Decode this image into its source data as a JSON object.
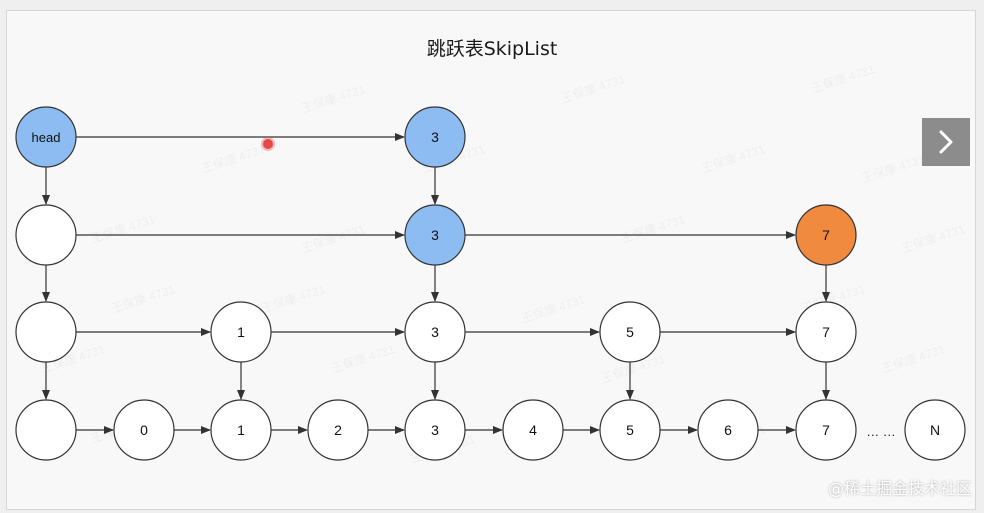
{
  "title": "跳跃表SkipList",
  "watermark_text": "王保康 4731",
  "credit": "@稀土掘金技术社区",
  "colors": {
    "blue": "#8cbcf2",
    "orange": "#f08a3e",
    "white": "#ffffff",
    "stroke": "#333333"
  },
  "levels": [
    {
      "level": 3,
      "nodes": [
        {
          "label": "head",
          "color": "blue"
        },
        {
          "label": "3",
          "color": "blue"
        }
      ]
    },
    {
      "level": 2,
      "nodes": [
        {
          "label": "",
          "color": "white"
        },
        {
          "label": "3",
          "color": "blue"
        },
        {
          "label": "7",
          "color": "orange"
        }
      ]
    },
    {
      "level": 1,
      "nodes": [
        {
          "label": "",
          "color": "white"
        },
        {
          "label": "1",
          "color": "white"
        },
        {
          "label": "3",
          "color": "white"
        },
        {
          "label": "5",
          "color": "white"
        },
        {
          "label": "7",
          "color": "white"
        }
      ]
    },
    {
      "level": 0,
      "nodes": [
        {
          "label": "",
          "color": "white"
        },
        {
          "label": "0",
          "color": "white"
        },
        {
          "label": "1",
          "color": "white"
        },
        {
          "label": "2",
          "color": "white"
        },
        {
          "label": "3",
          "color": "white"
        },
        {
          "label": "4",
          "color": "white"
        },
        {
          "label": "5",
          "color": "white"
        },
        {
          "label": "6",
          "color": "white"
        },
        {
          "label": "7",
          "color": "white"
        },
        {
          "label": "N",
          "color": "white"
        }
      ]
    }
  ],
  "ellipsis": "… …",
  "next_icon": "chevron-right-icon"
}
